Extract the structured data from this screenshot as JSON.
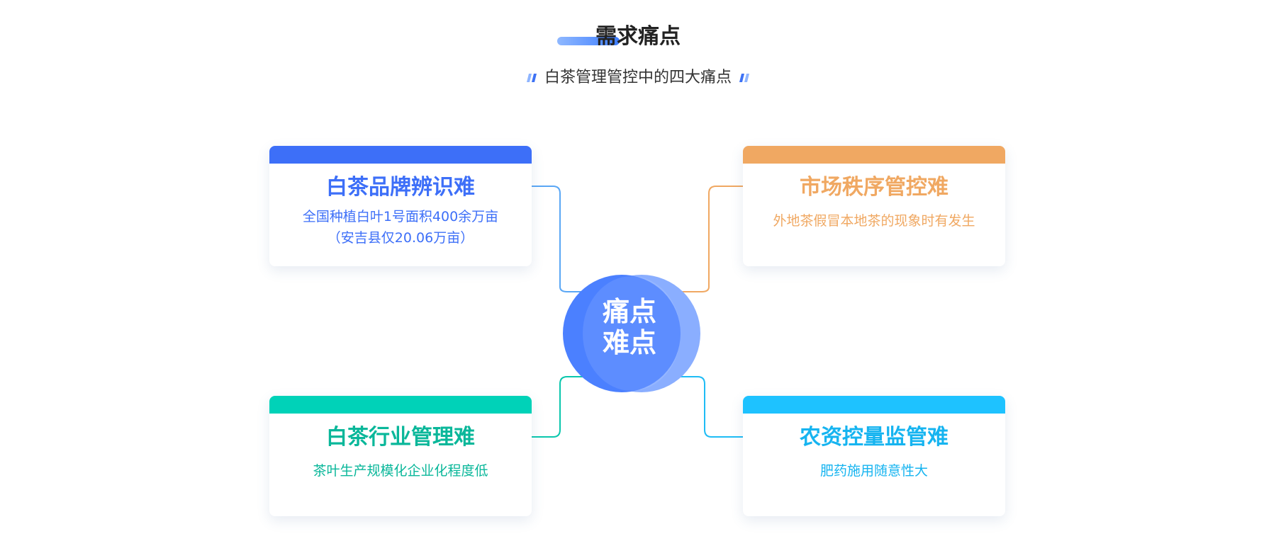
{
  "header": {
    "title": "需求痛点",
    "subtitle": "白茶管理管控中的四大痛点"
  },
  "hub": {
    "line1": "痛点",
    "line2": "难点"
  },
  "cards": [
    {
      "title": "白茶品牌辨识难",
      "desc1": "全国种植白叶1号面积400余万亩",
      "desc2": "（安吉县仅20.06万亩）",
      "color": "#3d6ff8",
      "text_color": "#3d6ff8"
    },
    {
      "title": "市场秩序管控难",
      "desc1": "外地茶假冒本地茶的现象时有发生",
      "color": "#f0a862",
      "text_color": "#f0a862"
    },
    {
      "title": "白茶行业管理难",
      "desc1": "茶叶生产规模化企业化程度低",
      "color": "#00d2b8",
      "text_color": "#0ab79a"
    },
    {
      "title": "农资控量监管难",
      "desc1": "肥药施用随意性大",
      "color": "#1ec2ff",
      "text_color": "#16b4f0"
    }
  ]
}
